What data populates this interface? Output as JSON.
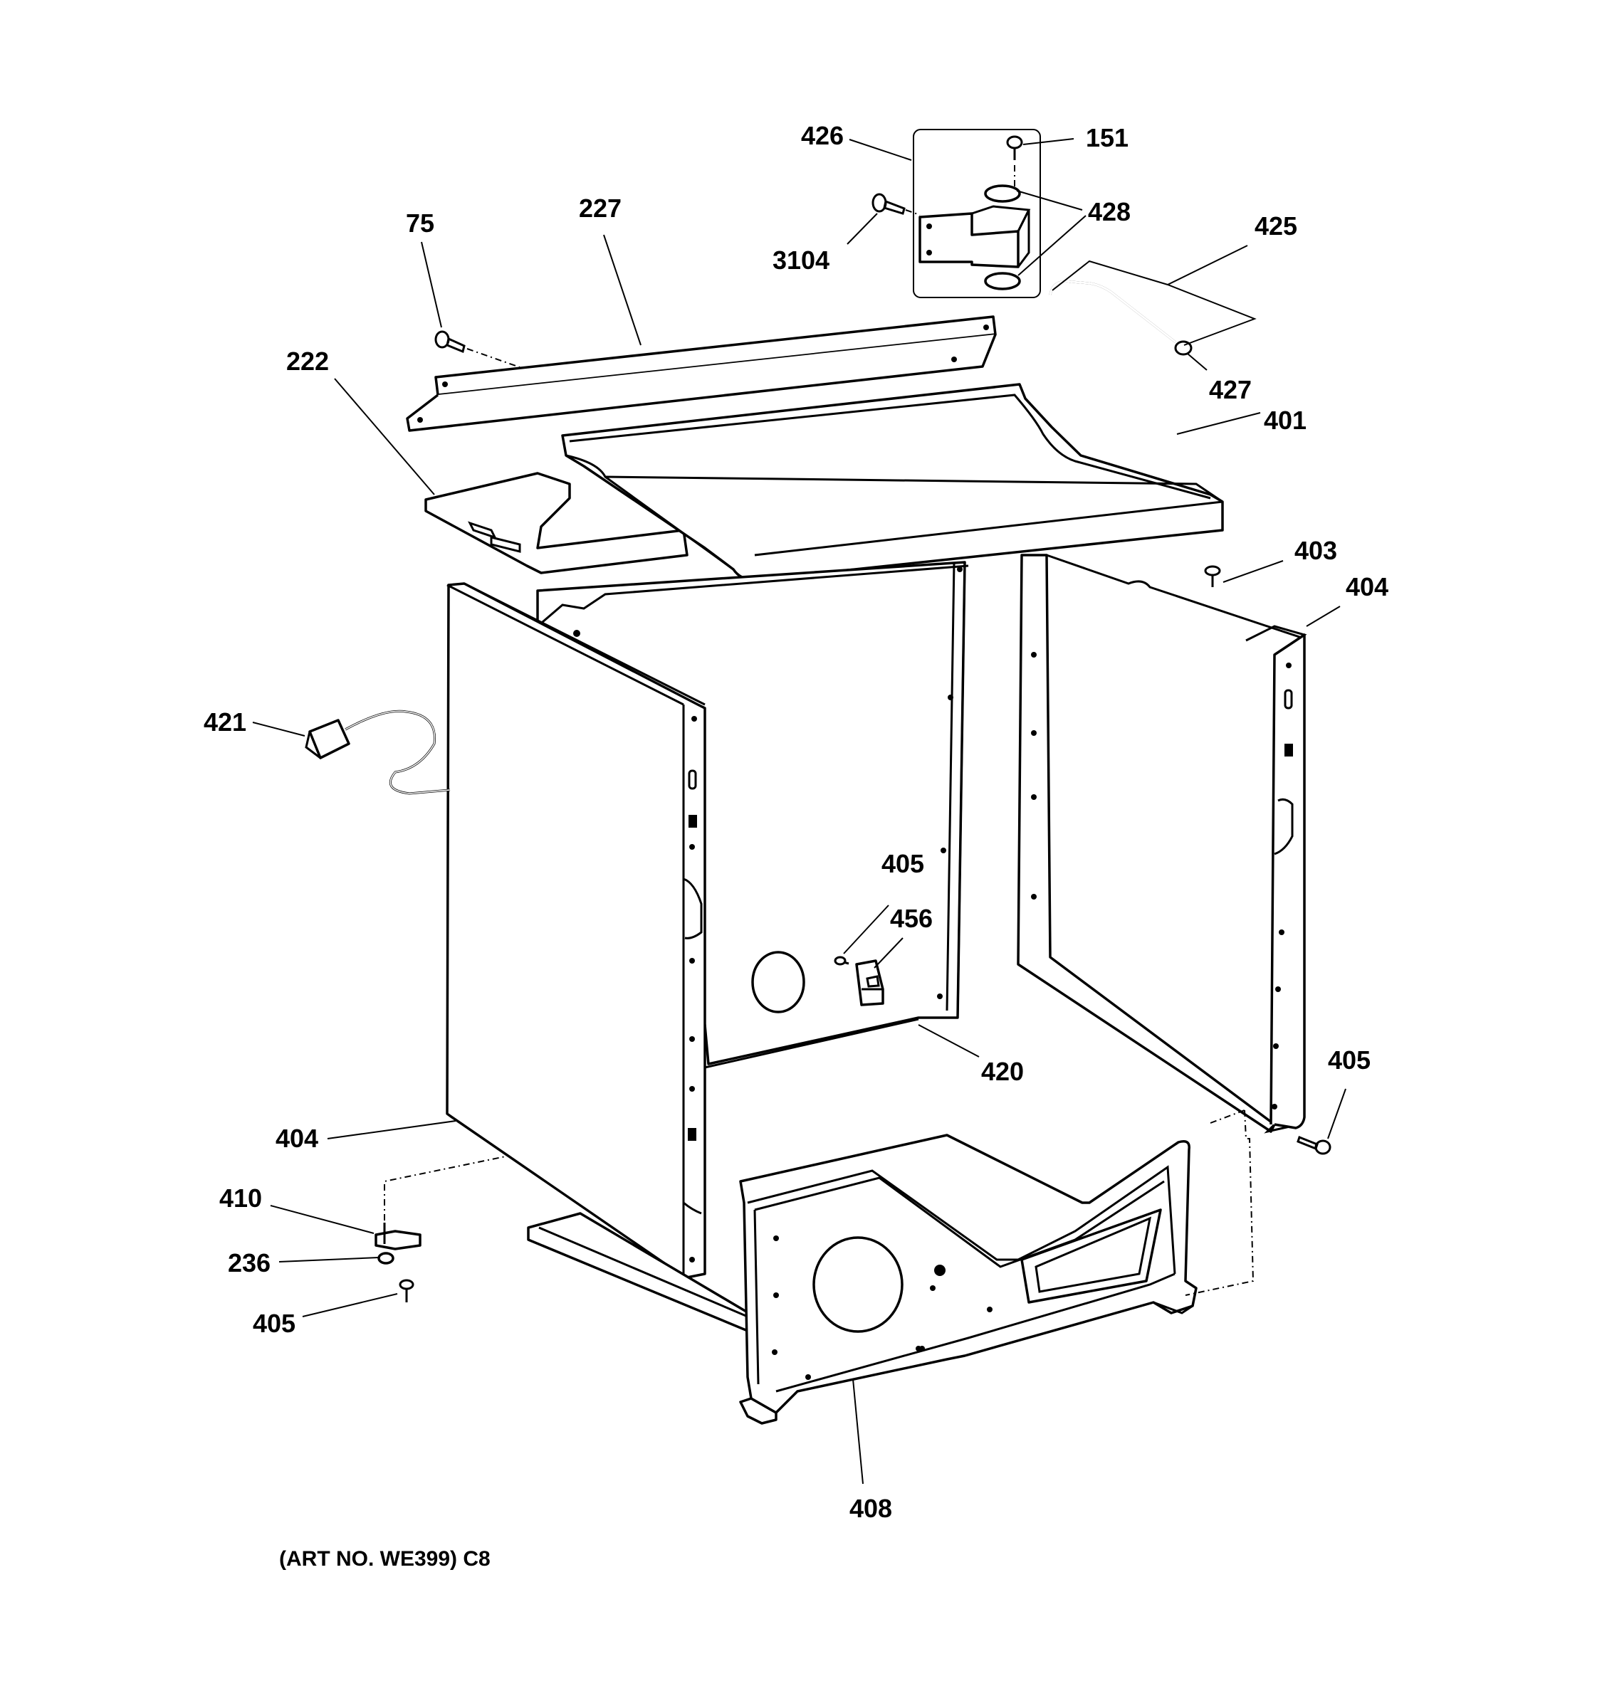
{
  "labels": {
    "l426": "426",
    "l151": "151",
    "l428": "428",
    "l3104": "3104",
    "l425": "425",
    "l75": "75",
    "l227": "227",
    "l427": "427",
    "l222": "222",
    "l401": "401",
    "l403": "403",
    "l404_right": "404",
    "l421": "421",
    "l405_center": "405",
    "l456": "456",
    "l420": "420",
    "l405_right": "405",
    "l404_left": "404",
    "l410": "410",
    "l236": "236",
    "l405_left": "405",
    "l408": "408"
  },
  "art_number": "(ART NO. WE399) C8"
}
